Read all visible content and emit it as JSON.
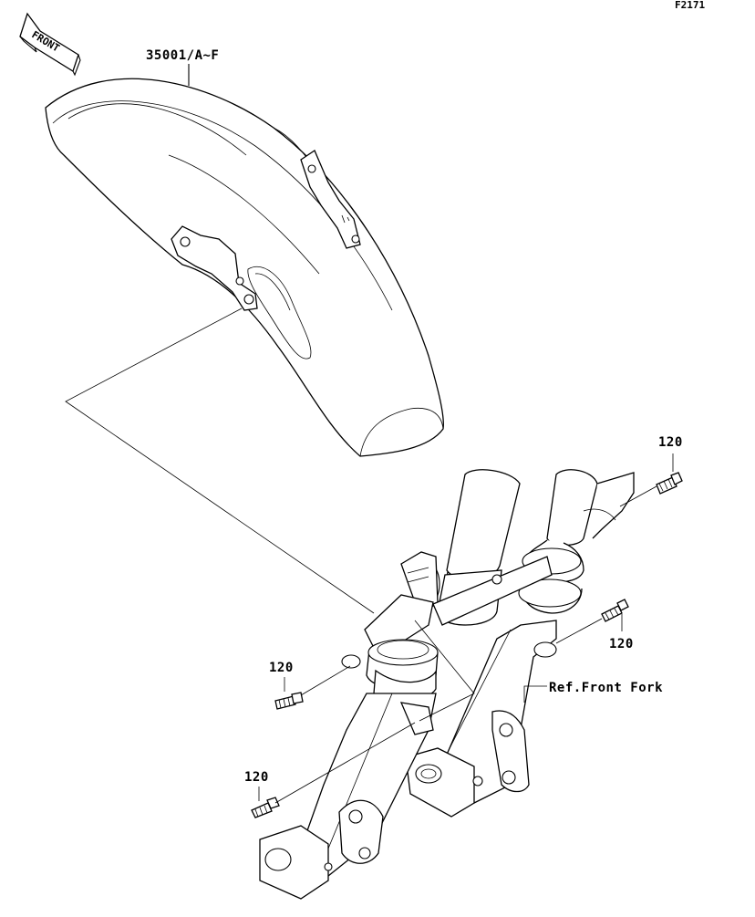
{
  "figure_code": "F2171",
  "front_badge": "FRONT",
  "callouts": {
    "fender": "35001/A~F",
    "bolt_top_right": "120",
    "bolt_mid_right": "120",
    "bolt_left_upper": "120",
    "bolt_left_lower": "120",
    "front_fork_ref": "Ref.Front Fork"
  }
}
